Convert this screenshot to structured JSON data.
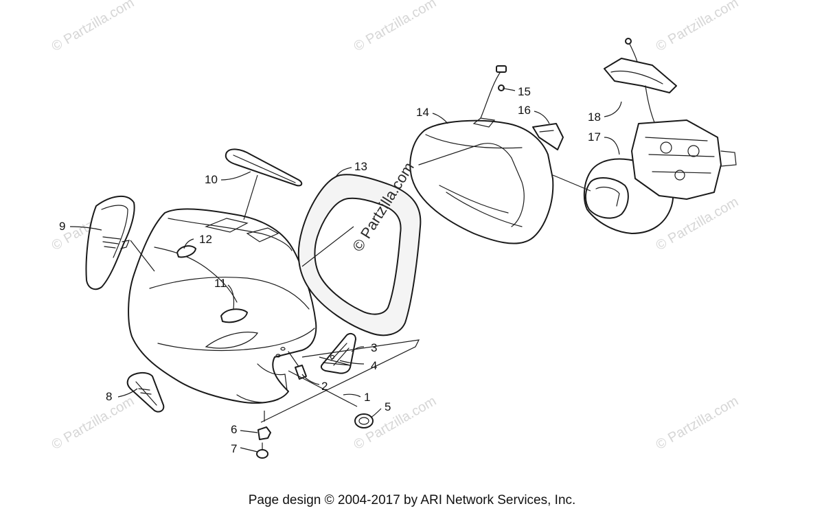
{
  "watermark": {
    "text": "© Partzilla.com",
    "center_text": "© Partzilla.com"
  },
  "callouts": [
    {
      "id": "1",
      "label": "1"
    },
    {
      "id": "2",
      "label": "2"
    },
    {
      "id": "3",
      "label": "3"
    },
    {
      "id": "4",
      "label": "4"
    },
    {
      "id": "5",
      "label": "5"
    },
    {
      "id": "6",
      "label": "6"
    },
    {
      "id": "7",
      "label": "7"
    },
    {
      "id": "8",
      "label": "8"
    },
    {
      "id": "9",
      "label": "9"
    },
    {
      "id": "10",
      "label": "10"
    },
    {
      "id": "11",
      "label": "11"
    },
    {
      "id": "12",
      "label": "12"
    },
    {
      "id": "13",
      "label": "13"
    },
    {
      "id": "14",
      "label": "14"
    },
    {
      "id": "15",
      "label": "15"
    },
    {
      "id": "16",
      "label": "16"
    },
    {
      "id": "17",
      "label": "17"
    },
    {
      "id": "18",
      "label": "18"
    }
  ],
  "footer": {
    "text": "Page design © 2004-2017 by ARI Network Services, Inc."
  }
}
